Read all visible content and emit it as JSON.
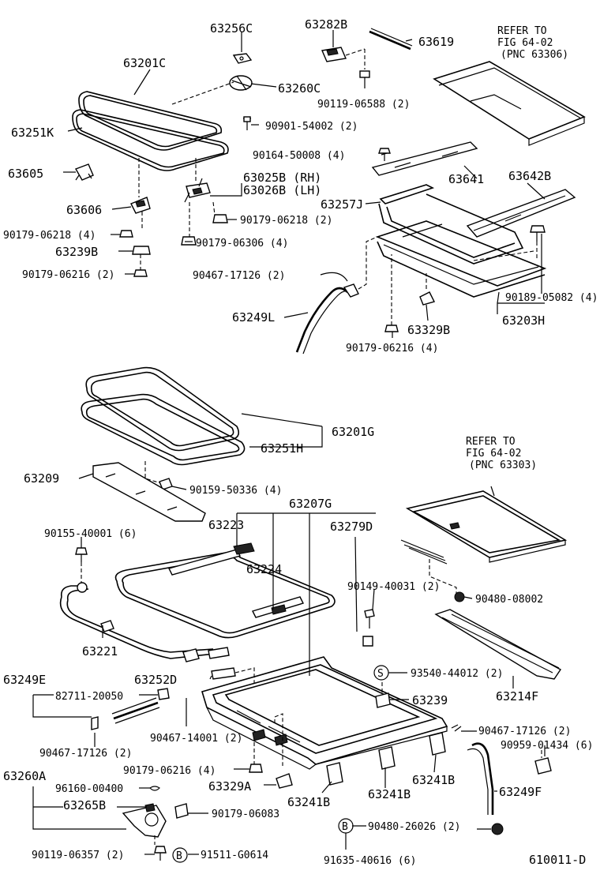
{
  "diagram": {
    "labels": [
      {
        "id": "l01",
        "text": "63256C"
      },
      {
        "id": "l02",
        "text": "63282B"
      },
      {
        "id": "l03",
        "text": "63619"
      },
      {
        "id": "l04",
        "text": "REFER TO"
      },
      {
        "id": "l05",
        "text": "FIG 64-02"
      },
      {
        "id": "l06",
        "text": "(PNC 63306)"
      },
      {
        "id": "l07",
        "text": "63201C"
      },
      {
        "id": "l08",
        "text": "63260C"
      },
      {
        "id": "l09",
        "text": "90119-06588 (2)"
      },
      {
        "id": "l10",
        "text": "90901-54002 (2)"
      },
      {
        "id": "l11",
        "text": "63251K"
      },
      {
        "id": "l12",
        "text": "90164-50008 (4)"
      },
      {
        "id": "l13",
        "text": "63605"
      },
      {
        "id": "l14",
        "text": "63025B (RH)"
      },
      {
        "id": "l15",
        "text": "63026B (LH)"
      },
      {
        "id": "l16",
        "text": "63641"
      },
      {
        "id": "l17",
        "text": "63642B"
      },
      {
        "id": "l18",
        "text": "63606"
      },
      {
        "id": "l19",
        "text": "90179-06218 (2)"
      },
      {
        "id": "l20",
        "text": "63257J"
      },
      {
        "id": "l21",
        "text": "90179-06218 (4)"
      },
      {
        "id": "l22",
        "text": "90179-06306 (4)"
      },
      {
        "id": "l23",
        "text": "63239B"
      },
      {
        "id": "l24",
        "text": "90179-06216 (2)"
      },
      {
        "id": "l25",
        "text": "90467-17126 (2)"
      },
      {
        "id": "l26",
        "text": "90189-05082 (4)"
      },
      {
        "id": "l27",
        "text": "63249L"
      },
      {
        "id": "l28",
        "text": "63329B"
      },
      {
        "id": "l29",
        "text": "63203H"
      },
      {
        "id": "l30",
        "text": "90179-06216 (4)"
      },
      {
        "id": "l31",
        "text": "63201G"
      },
      {
        "id": "l32",
        "text": "63251H"
      },
      {
        "id": "l33",
        "text": "REFER TO"
      },
      {
        "id": "l34",
        "text": "FIG 64-02"
      },
      {
        "id": "l35",
        "text": "(PNC 63303)"
      },
      {
        "id": "l36",
        "text": "63209"
      },
      {
        "id": "l37",
        "text": "90159-50336 (4)"
      },
      {
        "id": "l38",
        "text": "63207G"
      },
      {
        "id": "l39",
        "text": "90155-40001 (6)"
      },
      {
        "id": "l40",
        "text": "63223"
      },
      {
        "id": "l41",
        "text": "63279D"
      },
      {
        "id": "l42",
        "text": "63224"
      },
      {
        "id": "l43",
        "text": "90149-40031 (2)"
      },
      {
        "id": "l44",
        "text": "90480-08002"
      },
      {
        "id": "l45",
        "text": "63221"
      },
      {
        "id": "l46",
        "text": "63249E"
      },
      {
        "id": "l47",
        "text": "63252D"
      },
      {
        "id": "l48",
        "text": "93540-44012 (2)"
      },
      {
        "id": "l49",
        "text": "63214F"
      },
      {
        "id": "l50",
        "text": "82711-20050"
      },
      {
        "id": "l51",
        "text": "63239"
      },
      {
        "id": "l52",
        "text": "90467-14001 (2)"
      },
      {
        "id": "l53",
        "text": "90467-17126 (2)"
      },
      {
        "id": "l54",
        "text": "90467-17126 (2)"
      },
      {
        "id": "l55",
        "text": "90959-01434 (6)"
      },
      {
        "id": "l56",
        "text": "90179-06216 (4)"
      },
      {
        "id": "l57",
        "text": "63260A"
      },
      {
        "id": "l58",
        "text": "63241B"
      },
      {
        "id": "l59",
        "text": "96160-00400"
      },
      {
        "id": "l60",
        "text": "63329A"
      },
      {
        "id": "l61",
        "text": "63241B"
      },
      {
        "id": "l62",
        "text": "63241B"
      },
      {
        "id": "l63",
        "text": "63265B"
      },
      {
        "id": "l64",
        "text": "63249F"
      },
      {
        "id": "l65",
        "text": "90179-06083"
      },
      {
        "id": "l66",
        "text": "90480-26026 (2)"
      },
      {
        "id": "l67",
        "text": "90119-06357 (2)"
      },
      {
        "id": "l68",
        "text": "91511-G0614"
      },
      {
        "id": "l69",
        "text": "91635-40616 (6)"
      },
      {
        "id": "l70",
        "text": "610011-D"
      }
    ],
    "callout_symbols": [
      {
        "id": "s1",
        "text": "S"
      },
      {
        "id": "s2",
        "text": "B"
      },
      {
        "id": "s3",
        "text": "B"
      }
    ]
  }
}
